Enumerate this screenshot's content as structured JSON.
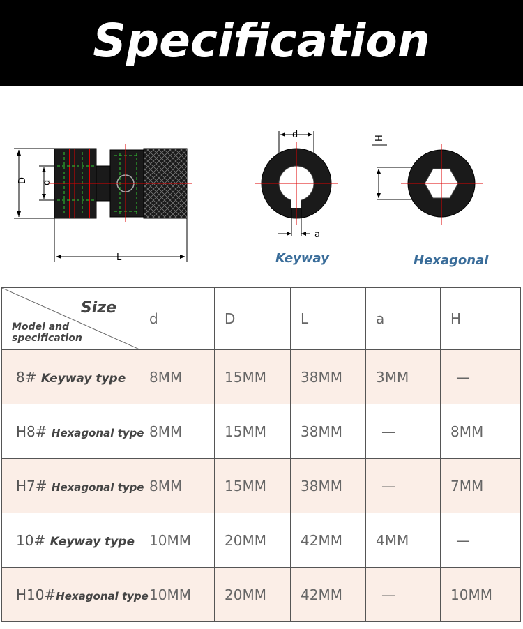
{
  "header": {
    "title": "Specification"
  },
  "drawings": {
    "side_labels": {
      "D": "D",
      "d": "d",
      "L": "L"
    },
    "keyway": {
      "caption": "Keyway",
      "label_d": "d",
      "label_a": "a"
    },
    "hexagonal": {
      "caption": "Hexagonal",
      "label_H": "H"
    }
  },
  "table": {
    "corner_top": "Size",
    "corner_bottom_line1": "Model and",
    "corner_bottom_line2": "specification",
    "columns": [
      "d",
      "D",
      "L",
      "a",
      "H"
    ],
    "rows": [
      {
        "code": "8#",
        "type": "Keyway type",
        "values": [
          "8MM",
          "15MM",
          "38MM",
          "3MM",
          "—"
        ]
      },
      {
        "code": "H8#",
        "type": "Hexagonal type",
        "values": [
          "8MM",
          "15MM",
          "38MM",
          "—",
          "8MM"
        ]
      },
      {
        "code": "H7#",
        "type": "Hexagonal type",
        "values": [
          "8MM",
          "15MM",
          "38MM",
          "—",
          "7MM"
        ]
      },
      {
        "code": "10#",
        "type": "Keyway type",
        "values": [
          "10MM",
          "20MM",
          "42MM",
          "4MM",
          "—"
        ]
      },
      {
        "code": "H10#",
        "type": "Hexagonal type",
        "values": [
          "10MM",
          "20MM",
          "42MM",
          "—",
          "10MM"
        ]
      }
    ]
  }
}
